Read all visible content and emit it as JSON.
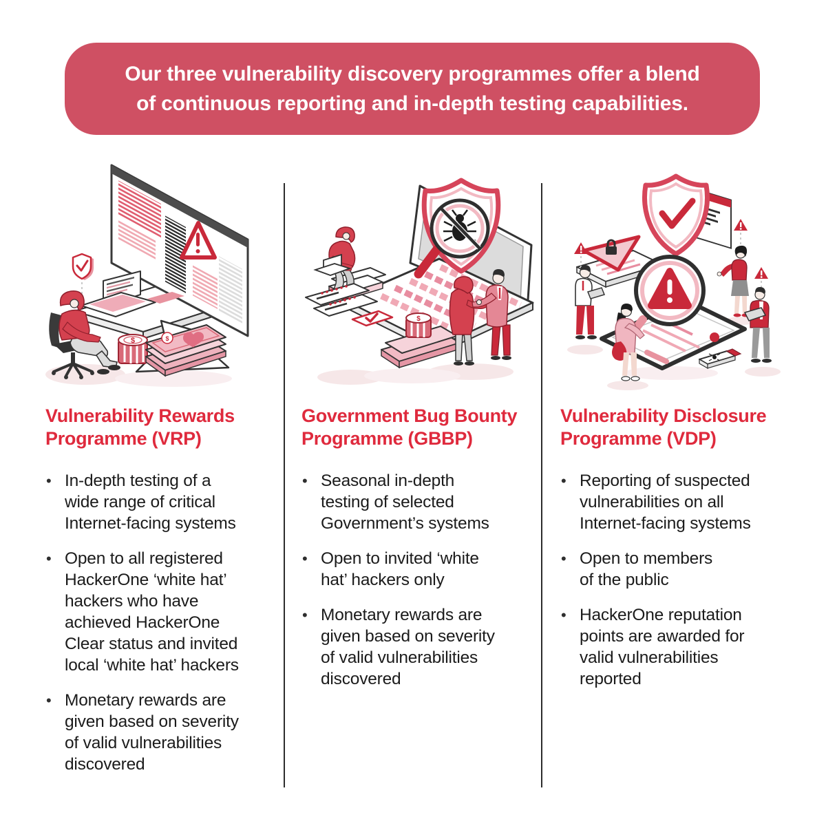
{
  "banner": {
    "text": "Our three vulnerability discovery programmes offer a blend\nof continuous reporting and in-depth testing capabilities.",
    "bg_color": "#cf5063",
    "text_color": "#ffffff"
  },
  "bullet_char": "•",
  "icons": {
    "dollar_glyph": "$"
  },
  "colors": {
    "heading_red": "#df2a3d",
    "body_text": "#1b1b1b",
    "divider": "#2b2b2b",
    "illustration_red": "#d4414f",
    "warning_red": "#c9293a",
    "pink_light": "#f2b9c2"
  },
  "columns": [
    {
      "id": "vrp",
      "title": "Vulnerability Rewards\nProgramme (VRP)",
      "illustration": "hooded-hacker-at-desk-monitor-warning-shield-money",
      "bullets": [
        "In-depth testing of a\nwide range of critical\nInternet-facing systems",
        "Open to all registered\nHackerOne ‘white hat’\nhackers who have\nachieved HackerOne\nClear status and invited\nlocal ‘white hat’ hackers",
        "Monetary rewards are\ngiven based on severity\nof valid vulnerabilities\ndiscovered"
      ]
    },
    {
      "id": "gbbp",
      "title": "Government Bug Bounty\nProgramme (GBBP)",
      "illustration": "laptop-shield-bug-magnifier-handshake-money",
      "bullets": [
        "Seasonal in-depth\ntesting of selected\nGovernment’s systems",
        "Open to invited ‘white\nhat’ hackers only",
        "Monetary rewards are\ngiven based on severity\nof valid vulnerabilities\ndiscovered"
      ]
    },
    {
      "id": "vdp",
      "title": "Vulnerability Disclosure\nProgramme (VDP)",
      "illustration": "tablet-magnifier-warning-shield-people-usb",
      "bullets": [
        "Reporting of suspected\nvulnerabilities on all\nInternet-facing systems",
        "Open to members\nof the public",
        "HackerOne reputation\npoints are awarded for\nvalid vulnerabilities\nreported"
      ]
    }
  ]
}
